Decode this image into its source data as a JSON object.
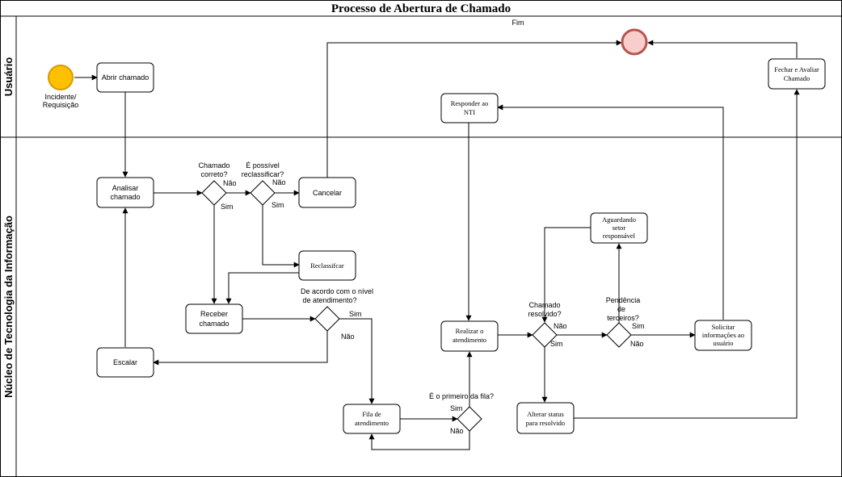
{
  "title": "Processo de Abertura de Chamado",
  "lanes": {
    "user": "Usuário",
    "nti": "Núcleo de Tecnologia da Informação"
  },
  "events": {
    "start_line1": "Incidente/",
    "start_line2": "Requisição",
    "end": "Fim"
  },
  "tasks": {
    "abrir": "Abrir chamado",
    "analisar_1": "Analisar",
    "analisar_2": "chamado",
    "cancelar": "Cancelar",
    "reclassificar": "Reclassifcar",
    "receber_1": "Receber",
    "receber_2": "chamado",
    "escalar": "Escalar",
    "fila_1": "Fila de",
    "fila_2": "atendimento",
    "realizar_1": "Realizar o",
    "realizar_2": "atendimento",
    "responder_1": "Responder ao",
    "responder_2": "NTI",
    "aguardando_1": "Aguardando",
    "aguardando_2": "setor",
    "aguardando_3": "responsável",
    "alterar_1": "Alterar status",
    "alterar_2": "para resolvido",
    "solicitar_1": "Solicitar",
    "solicitar_2": "informações ao",
    "solicitar_3": "usuário",
    "fechar_1": "Fechar e Avaliar",
    "fechar_2": "Chamado"
  },
  "gateways": {
    "correto_1": "Chamado",
    "correto_2": "correto?",
    "reclass_1": "É possível",
    "reclass_2": "reclassificar?",
    "nivel_1": "De acordo com o nível",
    "nivel_2": "de atendimento?",
    "primeiro": "É o primeiro da fila?",
    "resolvido_1": "Chamado",
    "resolvido_2": "resolvido?",
    "pendencia_1": "Pendência",
    "pendencia_2": "de",
    "pendencia_3": "terceiros?"
  },
  "labels": {
    "sim": "Sim",
    "nao": "Não"
  },
  "colors": {
    "start_fill": "#FFC000",
    "start_stroke": "#D79B00",
    "end_fill": "#F8CECC",
    "end_stroke": "#B85450"
  }
}
